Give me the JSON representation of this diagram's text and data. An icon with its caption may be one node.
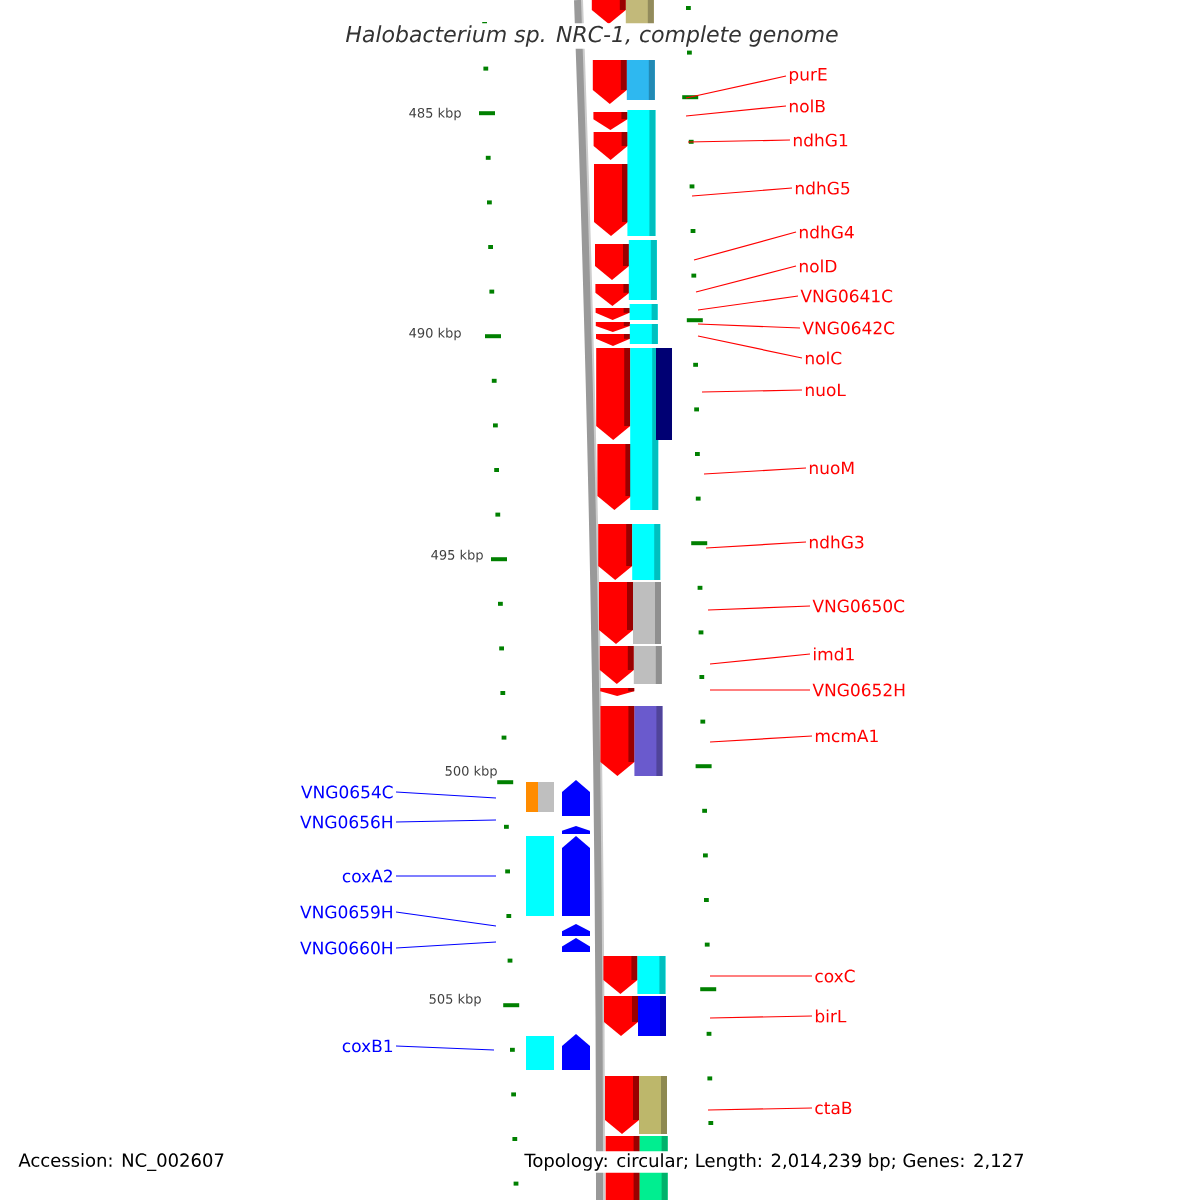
{
  "diagram": {
    "title": "Halobacterium sp. NRC-1, complete genome",
    "nodes": [
      {
        "text": [
          "purE"
        ]
      },
      {
        "text": [
          "nolB"
        ]
      },
      {
        "text": [
          "ndhG1"
        ]
      },
      {
        "text": [
          "ndhG5"
        ]
      },
      {
        "text": [
          "ndhG4"
        ]
      },
      {
        "text": [
          "nolD"
        ]
      },
      {
        "text": [
          "VNG0641C"
        ]
      },
      {
        "text": [
          "VNG0642C"
        ]
      },
      {
        "text": [
          "nolC"
        ]
      },
      {
        "text": [
          "nuoL"
        ]
      },
      {
        "text": [
          "nuoM"
        ]
      },
      {
        "text": [
          "ndhG3"
        ]
      },
      {
        "text": [
          "VNG0650C"
        ]
      },
      {
        "text": [
          "imd1"
        ]
      },
      {
        "text": [
          "VNG0652H"
        ]
      },
      {
        "text": [
          "mcmA1"
        ]
      },
      {
        "text": [
          "VNG0654C"
        ]
      },
      {
        "text": [
          "VNG0656H"
        ]
      },
      {
        "text": [
          "coxA2"
        ]
      },
      {
        "text": [
          "VNG0659H"
        ]
      },
      {
        "text": [
          "VNG0660H"
        ]
      },
      {
        "text": [
          "coxB1"
        ]
      },
      {
        "text": [
          "coxC"
        ]
      },
      {
        "text": [
          "birL"
        ]
      },
      {
        "text": [
          "ctaB"
        ]
      }
    ],
    "edges": [
      {
        "from": 0,
        "to": null,
        "arrow": "none"
      },
      {
        "from": 1,
        "to": null,
        "arrow": "none"
      },
      {
        "from": 2,
        "to": null,
        "arrow": "none"
      },
      {
        "from": 3,
        "to": null,
        "arrow": "none"
      },
      {
        "from": 4,
        "to": null,
        "arrow": "none"
      },
      {
        "from": 5,
        "to": null,
        "arrow": "none"
      },
      {
        "from": 6,
        "to": null,
        "arrow": "none"
      },
      {
        "from": 7,
        "to": null,
        "arrow": "none"
      },
      {
        "from": 8,
        "to": null,
        "arrow": "none"
      },
      {
        "from": 9,
        "to": null,
        "arrow": "none"
      },
      {
        "from": 10,
        "to": null,
        "arrow": "none"
      },
      {
        "from": 11,
        "to": null,
        "arrow": "none"
      },
      {
        "from": 12,
        "to": null,
        "arrow": "none"
      },
      {
        "from": 13,
        "to": null,
        "arrow": "none"
      },
      {
        "from": 14,
        "to": null,
        "arrow": "none"
      },
      {
        "from": 15,
        "to": null,
        "arrow": "none"
      },
      {
        "from": 16,
        "to": null,
        "arrow": "none",
        "color": "#0000ff"
      },
      {
        "from": 17,
        "to": null,
        "arrow": "none",
        "color": "#0000ff"
      },
      {
        "from": 18,
        "to": null,
        "arrow": "none",
        "color": "#0000ff"
      },
      {
        "from": 19,
        "to": null,
        "arrow": "none",
        "color": "#0000ff"
      },
      {
        "from": 20,
        "to": null,
        "arrow": "none",
        "color": "#0000ff"
      },
      {
        "from": 21,
        "to": null,
        "arrow": "none",
        "color": "#0000ff"
      },
      {
        "from": 22,
        "to": null,
        "arrow": "none"
      },
      {
        "from": 23,
        "to": null,
        "arrow": "none"
      },
      {
        "from": 24,
        "to": null,
        "arrow": "none"
      }
    ],
    "labels": [
      "485 kbp",
      "490 kbp",
      "495 kbp",
      "500 kbp",
      "505 kbp",
      "Accession: NC_002607",
      "Topology: circular; Length: 2,014,239 bp; Genes: 2,127"
    ]
  }
}
